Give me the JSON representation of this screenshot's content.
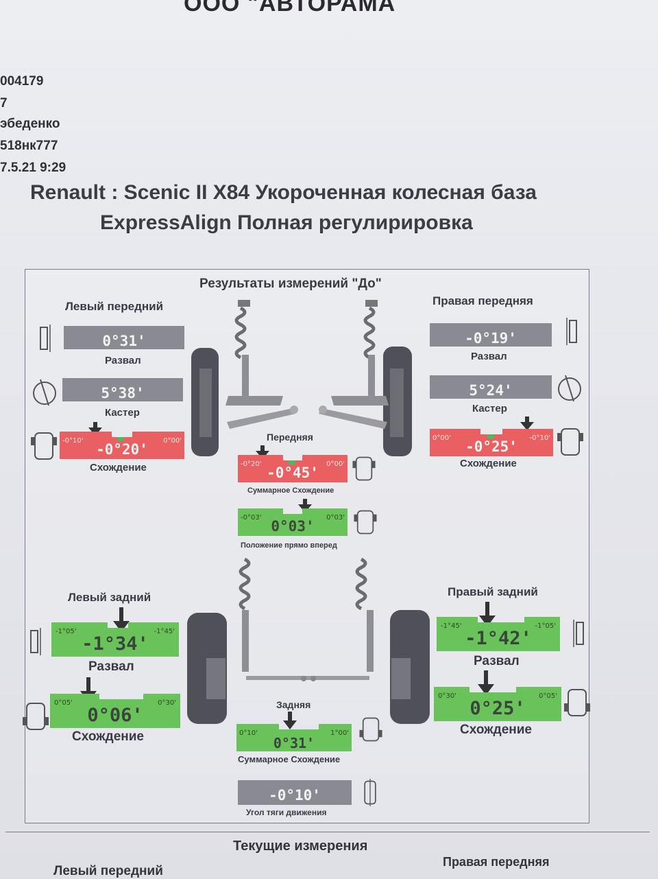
{
  "header": {
    "company": "ООО \"АВТОРАМА",
    "lines": [
      "004179",
      "7",
      "эбеденко",
      "518нк777",
      "7.5.21 9:29"
    ],
    "vehicle": "Renault : Scenic II X84 Укороченная колесная база",
    "procedure": "ExpressAlign Полная регулирировка"
  },
  "report": {
    "title": "Результаты измерений \"До\"",
    "front": {
      "left_title": "Левый передний",
      "right_title": "Правая передняя",
      "axle_label": "Передняя",
      "left_camber": {
        "label": "Развал",
        "value": "0°31'"
      },
      "left_caster": {
        "label": "Кастер",
        "value": "5°38'"
      },
      "left_toe": {
        "label": "Схождение",
        "value": "-0°20'",
        "min": "-0°10'",
        "max": "0°00'"
      },
      "right_camber": {
        "label": "Развал",
        "value": "-0°19'"
      },
      "right_caster": {
        "label": "Кастер",
        "value": "5°24'"
      },
      "right_toe": {
        "label": "Схождение",
        "value": "-0°25'",
        "min": "0°00'",
        "max": "-0°10'"
      },
      "total_toe": {
        "label": "Суммарное Схождение",
        "value": "-0°45'",
        "min": "-0°20'",
        "max": "0°00'"
      },
      "straight_ahead": {
        "label": "Положение прямо вперед",
        "value": "0°03'",
        "min": "-0°03'",
        "max": "0°03'"
      }
    },
    "rear": {
      "left_title": "Левый задний",
      "right_title": "Правый задний",
      "axle_label": "Задняя",
      "left_camber": {
        "label": "Развал",
        "value": "-1°34'",
        "min": "-1°05'",
        "max": "-1°45'"
      },
      "left_toe": {
        "label": "Схождение",
        "value": "0°06'",
        "min": "0°05'",
        "max": "0°30'"
      },
      "right_camber": {
        "label": "Развал",
        "value": "-1°42'",
        "min": "-1°45'",
        "max": "-1°05'"
      },
      "right_toe": {
        "label": "Схождение",
        "value": "0°25'",
        "min": "0°30'",
        "max": "0°05'"
      },
      "total_toe": {
        "label": "Суммарное Схождение",
        "value": "0°31'",
        "min": "0°10'",
        "max": "1°00'"
      },
      "thrust_angle": {
        "label": "Угол тяги движения",
        "value": "-0°10'"
      }
    }
  },
  "footer": {
    "title": "Текущие измерения",
    "left": "Левый передний",
    "right": "Правая передняя"
  },
  "colors": {
    "out_of_range": "#e95f62",
    "in_range": "#69c25a",
    "no_spec": "#8a8b92"
  }
}
